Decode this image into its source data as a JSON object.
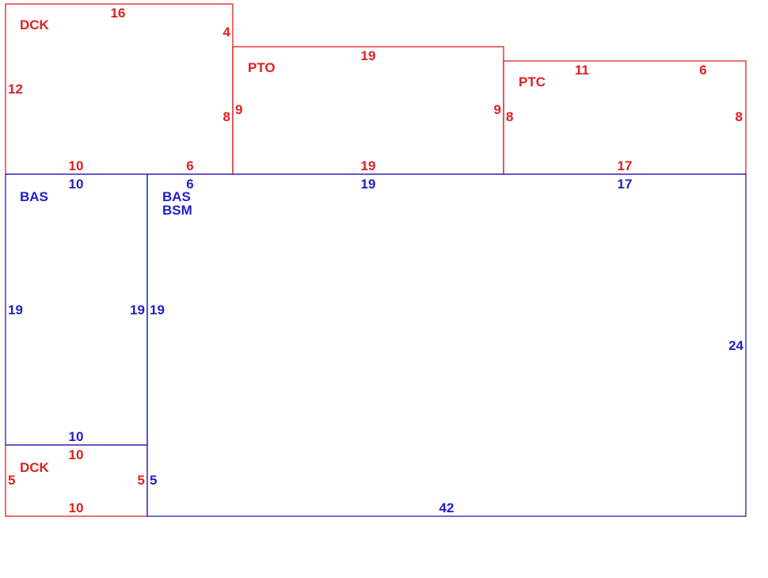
{
  "colors": {
    "exterior": "#e01f1f",
    "main_area": "#1f1fc8",
    "background": "#ffffff"
  },
  "areas": [
    {
      "code": "DCK",
      "kind": "exterior",
      "top": "16",
      "right_top": "4",
      "right_bottom": "8",
      "left": "12",
      "bottom_left": "10",
      "bottom_right": "6"
    },
    {
      "code": "PTO",
      "kind": "exterior",
      "top": "19",
      "left": "9",
      "right": "9",
      "bottom": "19"
    },
    {
      "code": "PTC",
      "kind": "exterior",
      "top_left": "11",
      "top_right": "6",
      "left": "8",
      "right": "8",
      "bottom": "17"
    },
    {
      "code": "BAS",
      "kind": "main",
      "top": "10",
      "left": "19",
      "right": "19",
      "bottom": "10"
    },
    {
      "code": "BAS",
      "code2": "BSM",
      "kind": "main",
      "top_left": "6",
      "top_mid": "19",
      "top_right": "17",
      "left_top": "19",
      "left_bottom": "5",
      "right": "24",
      "bottom": "42"
    },
    {
      "code": "DCK",
      "kind": "exterior",
      "top": "10",
      "left": "5",
      "right": "5",
      "bottom": "10"
    }
  ]
}
